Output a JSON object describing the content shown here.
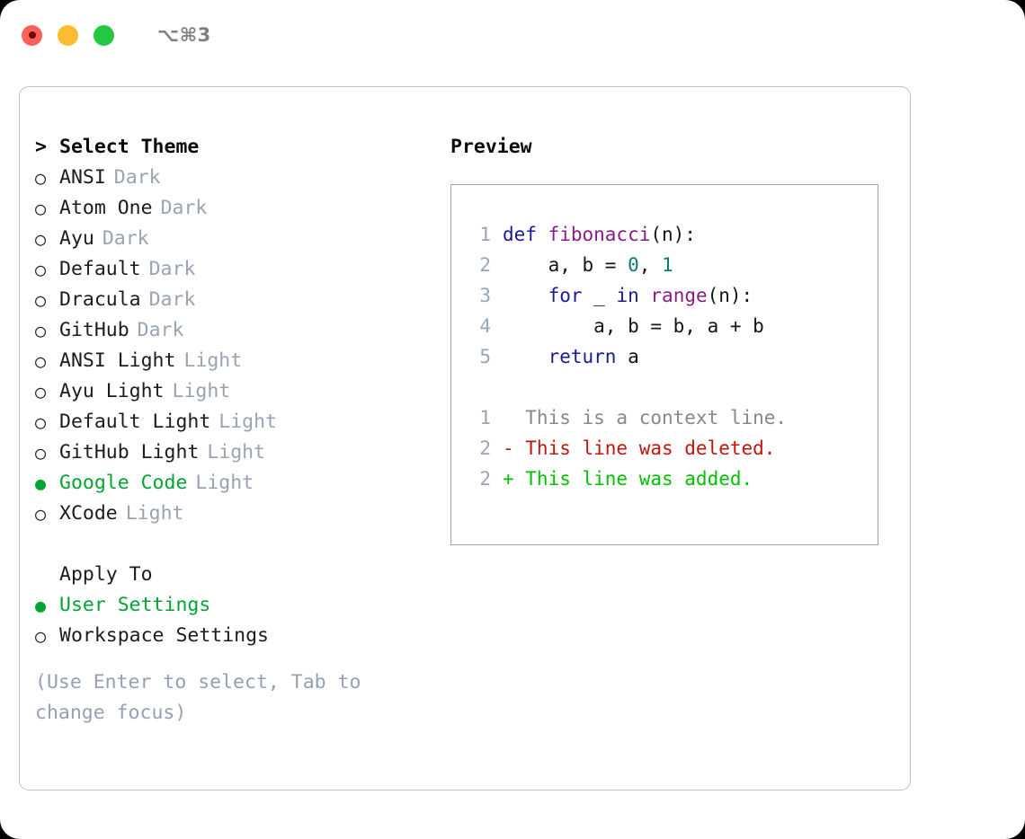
{
  "titlebar": {
    "shortcut": "⌥⌘3",
    "lights": [
      {
        "name": "close",
        "color": "#fc6058"
      },
      {
        "name": "minimize",
        "color": "#fdbc2f"
      },
      {
        "name": "maximize",
        "color": "#23c840"
      }
    ]
  },
  "theme_picker": {
    "caret": ">",
    "header": "Select Theme",
    "marker_off": "○",
    "marker_on": "●",
    "items": [
      {
        "name": "ANSI",
        "variant": "Dark",
        "selected": false
      },
      {
        "name": "Atom One",
        "variant": "Dark",
        "selected": false
      },
      {
        "name": "Ayu",
        "variant": "Dark",
        "selected": false
      },
      {
        "name": "Default",
        "variant": "Dark",
        "selected": false
      },
      {
        "name": "Dracula",
        "variant": "Dark",
        "selected": false
      },
      {
        "name": "GitHub",
        "variant": "Dark",
        "selected": false
      },
      {
        "name": "ANSI Light",
        "variant": "Light",
        "selected": false
      },
      {
        "name": "Ayu Light",
        "variant": "Light",
        "selected": false
      },
      {
        "name": "Default Light",
        "variant": "Light",
        "selected": false
      },
      {
        "name": "GitHub Light",
        "variant": "Light",
        "selected": false
      },
      {
        "name": "Google Code",
        "variant": "Light",
        "selected": true
      },
      {
        "name": "XCode",
        "variant": "Light",
        "selected": false
      }
    ]
  },
  "apply_to": {
    "title": "Apply To",
    "options": [
      {
        "label": "User Settings",
        "selected": true
      },
      {
        "label": "Workspace Settings",
        "selected": false
      }
    ]
  },
  "hint": "(Use Enter to select, Tab to change focus)",
  "preview": {
    "label": "Preview",
    "code_lines": [
      {
        "no": "1",
        "tokens": [
          {
            "t": "def ",
            "c": "kw"
          },
          {
            "t": "fibonacci",
            "c": "fn"
          },
          {
            "t": "(n):",
            "c": "plain"
          }
        ]
      },
      {
        "no": "2",
        "tokens": [
          {
            "t": "    a, b = ",
            "c": "plain"
          },
          {
            "t": "0",
            "c": "num"
          },
          {
            "t": ", ",
            "c": "plain"
          },
          {
            "t": "1",
            "c": "num"
          }
        ]
      },
      {
        "no": "3",
        "tokens": [
          {
            "t": "    ",
            "c": "plain"
          },
          {
            "t": "for",
            "c": "kw"
          },
          {
            "t": " _ ",
            "c": "plain"
          },
          {
            "t": "in",
            "c": "kw"
          },
          {
            "t": " ",
            "c": "plain"
          },
          {
            "t": "range",
            "c": "fn"
          },
          {
            "t": "(n):",
            "c": "plain"
          }
        ]
      },
      {
        "no": "4",
        "tokens": [
          {
            "t": "        a, b = b, a + b",
            "c": "plain"
          }
        ]
      },
      {
        "no": "5",
        "tokens": [
          {
            "t": "    ",
            "c": "plain"
          },
          {
            "t": "return",
            "c": "kw"
          },
          {
            "t": " a",
            "c": "plain"
          }
        ]
      }
    ],
    "diff_lines": [
      {
        "no": "1",
        "text": "  This is a context line.",
        "kind": "diff-ctx"
      },
      {
        "no": "2",
        "text": "- This line was deleted.",
        "kind": "diff-del"
      },
      {
        "no": "2",
        "text": "+ This line was added.",
        "kind": "diff-add"
      }
    ]
  },
  "colors": {
    "accent_green": "#00a532",
    "muted": "#9aa3b1",
    "hint": "#97a0b0",
    "border": "#98a4b4",
    "keyword": "#19199c",
    "function": "#8b1a8b",
    "number": "#0a7a7a",
    "diff_delete": "#c2160c",
    "diff_add": "#00c000",
    "diff_context": "#808a92"
  }
}
